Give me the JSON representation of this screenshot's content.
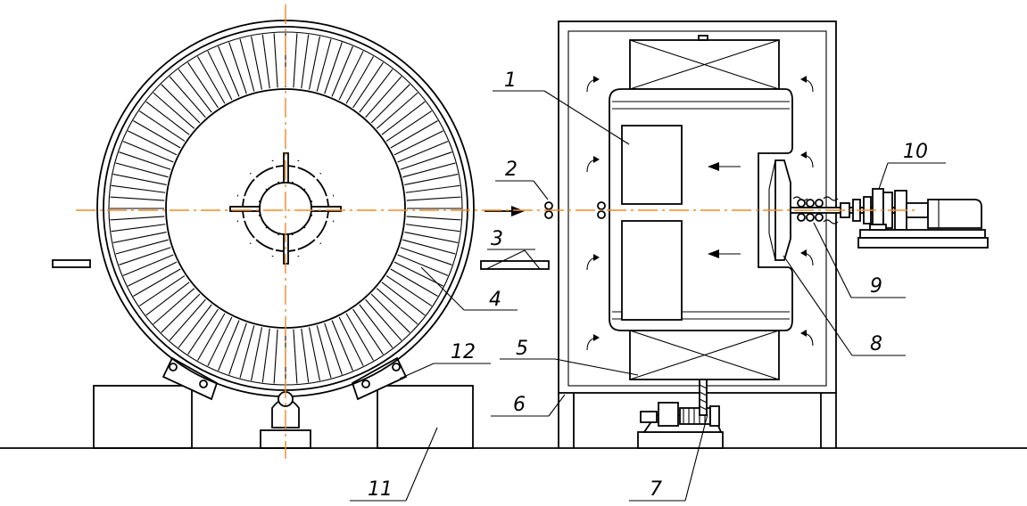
{
  "callouts": [
    "1",
    "2",
    "3",
    "4",
    "5",
    "6",
    "7",
    "8",
    "9",
    "10",
    "11",
    "12"
  ],
  "colors": {
    "line": "#000000",
    "axis": "#f08a24",
    "background": "#ffffff"
  },
  "flow_arrows": 12,
  "fin_count": 96
}
